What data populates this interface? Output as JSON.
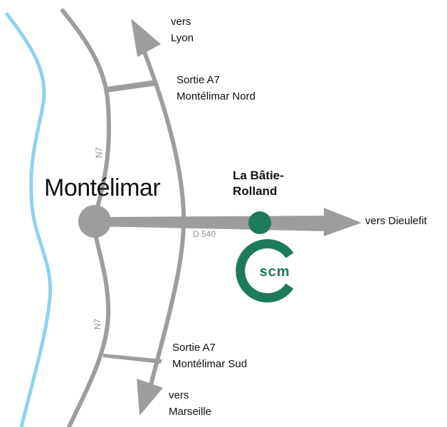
{
  "labels": {
    "to_lyon": [
      "vers",
      "Lyon"
    ],
    "exit_north": [
      "Sortie A7",
      "Montélimar Nord"
    ],
    "city": "Montélimar",
    "town": [
      "La Bâtie-",
      "Rolland"
    ],
    "to_dieulefit": "vers Dieulefit",
    "road_d540": "D 540",
    "road_n7_top": "N7",
    "road_n7_bottom": "N7",
    "exit_south": [
      "Sortie A7",
      "Montélimar Sud"
    ],
    "to_marseille": [
      "vers",
      "Marseille"
    ]
  },
  "logo": {
    "text": "scm",
    "color": "#1e7a5c"
  },
  "colors": {
    "road": "#9d9d9d",
    "river": "#8fd2ef",
    "site": "#1e7a5c"
  }
}
